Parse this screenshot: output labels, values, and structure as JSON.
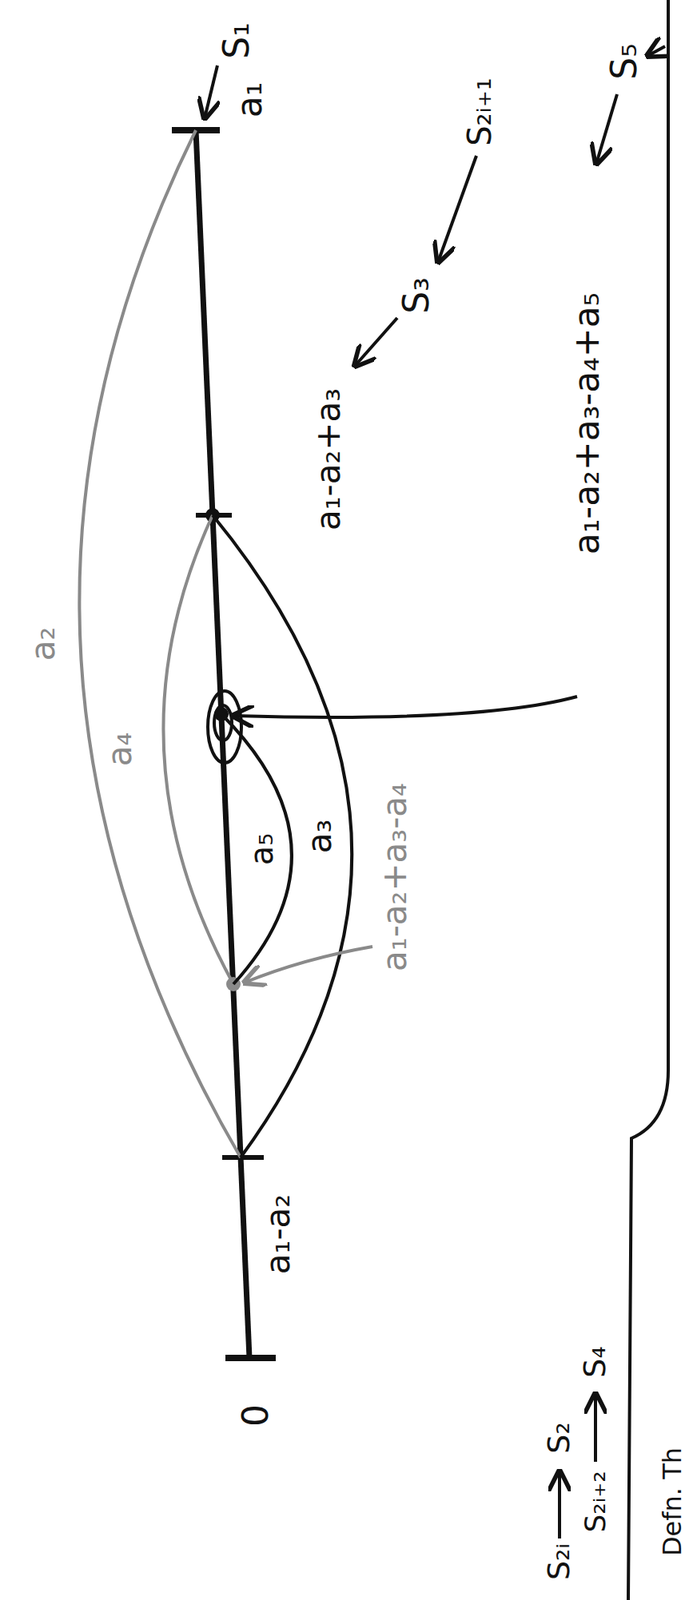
{
  "diagram": {
    "labels": [
      "S₁",
      "a₁",
      "S₂ᵢ₊₁",
      "S₃",
      "a₁-a₂+a₃",
      "S₅",
      "a₁-a₂+a₃-a₄+a₅",
      "a₂",
      "a₄",
      "a₃",
      "a₅",
      "a₁-a₂+a₃-a₄",
      "a₁-a₂",
      "0",
      "S₂ᵢ",
      "S₂",
      "S₂ᵢ₊₂",
      "S₄",
      "Defn. Th"
    ]
  }
}
